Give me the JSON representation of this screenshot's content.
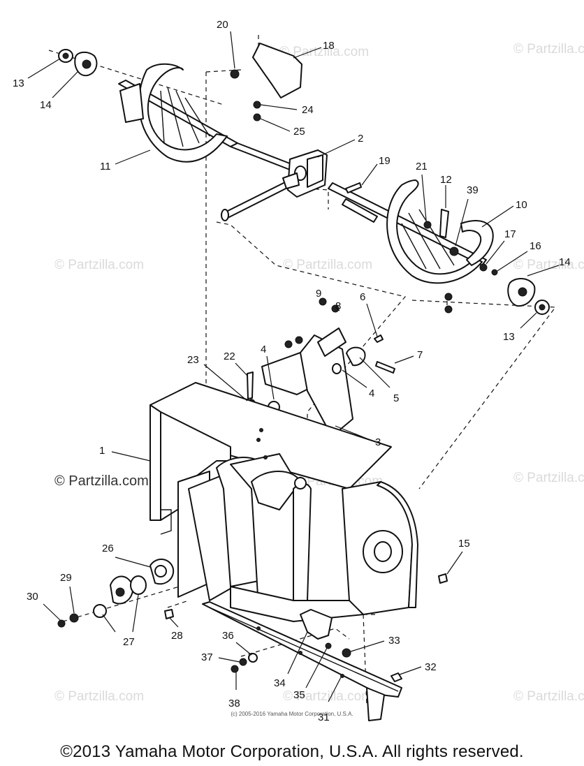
{
  "watermark": "© Partzilla.com",
  "fine_print": "(c) 2005-2016 Yamaha Motor Corporation, U.S.A.",
  "copyright": "©2013 Yamaha Motor Corporation, U.S.A. All rights reserved.",
  "callouts": [
    "1",
    "2",
    "3",
    "4",
    "4",
    "5",
    "6",
    "7",
    "8",
    "9",
    "10",
    "11",
    "12",
    "13",
    "13",
    "14",
    "14",
    "15",
    "16",
    "17",
    "18",
    "19",
    "20",
    "21",
    "22",
    "23",
    "24",
    "25",
    "26",
    "27",
    "28",
    "29",
    "30",
    "31",
    "32",
    "33",
    "34",
    "35",
    "36",
    "37",
    "38",
    "39"
  ]
}
